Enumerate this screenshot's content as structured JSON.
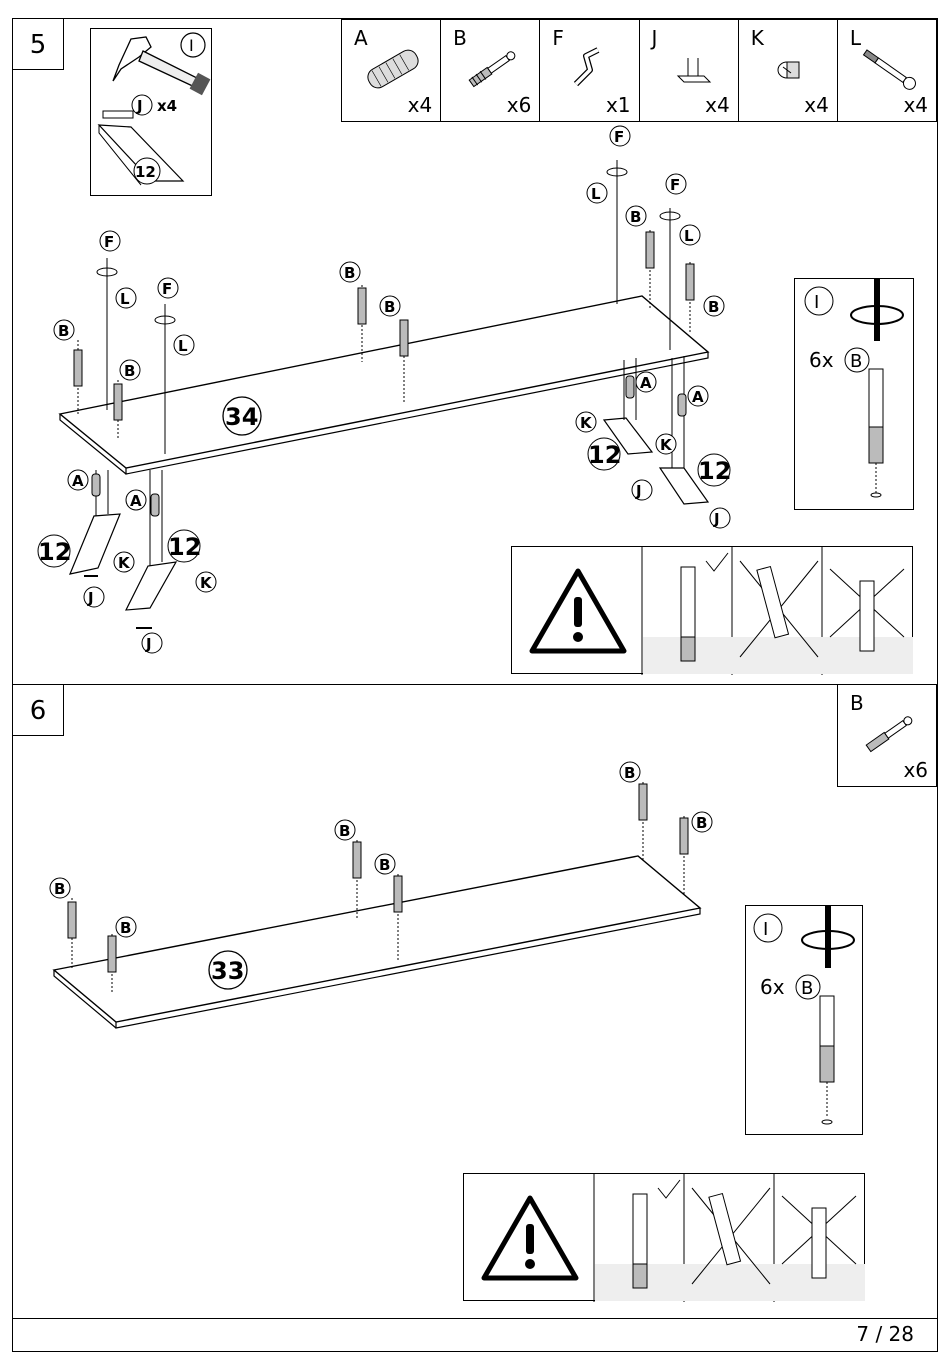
{
  "steps": [
    {
      "number": "5",
      "tool_callout": {
        "tool_label": "I",
        "part_label": "J",
        "part_qty": "x4",
        "panel_label": "12"
      },
      "parts": [
        {
          "letter": "A",
          "qty": "x4",
          "icon": "wooden-dowel-icon"
        },
        {
          "letter": "B",
          "qty": "x6",
          "icon": "cam-bolt-icon"
        },
        {
          "letter": "F",
          "qty": "x1",
          "icon": "allen-key-icon"
        },
        {
          "letter": "J",
          "qty": "x4",
          "icon": "nail-glide-icon"
        },
        {
          "letter": "K",
          "qty": "x4",
          "icon": "cam-lock-icon"
        },
        {
          "letter": "L",
          "qty": "x4",
          "icon": "connector-screw-icon"
        }
      ],
      "panel_main": "34",
      "panel_legs": [
        "12",
        "12",
        "12",
        "12"
      ],
      "screw_hint": {
        "tool_label": "I",
        "qty": "6x",
        "part": "B"
      }
    },
    {
      "number": "6",
      "parts": [
        {
          "letter": "B",
          "qty": "x6",
          "icon": "cam-bolt-icon"
        }
      ],
      "panel_main": "33",
      "screw_hint": {
        "tool_label": "I",
        "qty": "6x",
        "part": "B"
      }
    }
  ],
  "labels": {
    "A": "A",
    "B": "B",
    "F": "F",
    "J": "J",
    "K": "K",
    "L": "L"
  },
  "page": {
    "number": "7 / 28"
  }
}
